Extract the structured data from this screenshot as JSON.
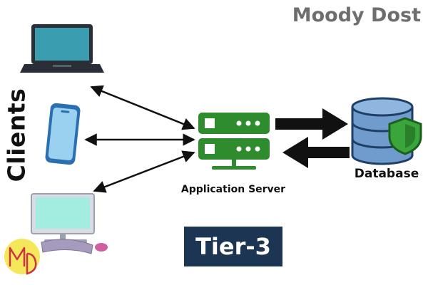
{
  "brand_text": "Moody Dost",
  "clients_label": "Clients",
  "server_label": "Application Server",
  "database_label": "Database",
  "tier_label": "Tier-3",
  "logo_text": "MD",
  "colors": {
    "server_green": "#2e8b2e",
    "database_blue": "#6f9ccc",
    "shield_green": "#3aa53a",
    "tier_bg": "#1b3553",
    "laptop_screen": "#3a9db0",
    "phone_screen": "#9ad0f0",
    "desktop_screen": "#a3ece0",
    "logo_yellow": "#f4e85a"
  },
  "icons": [
    "laptop-icon",
    "smartphone-icon",
    "desktop-computer-icon",
    "server-icon",
    "database-icon",
    "shield-icon",
    "logo-icon"
  ]
}
